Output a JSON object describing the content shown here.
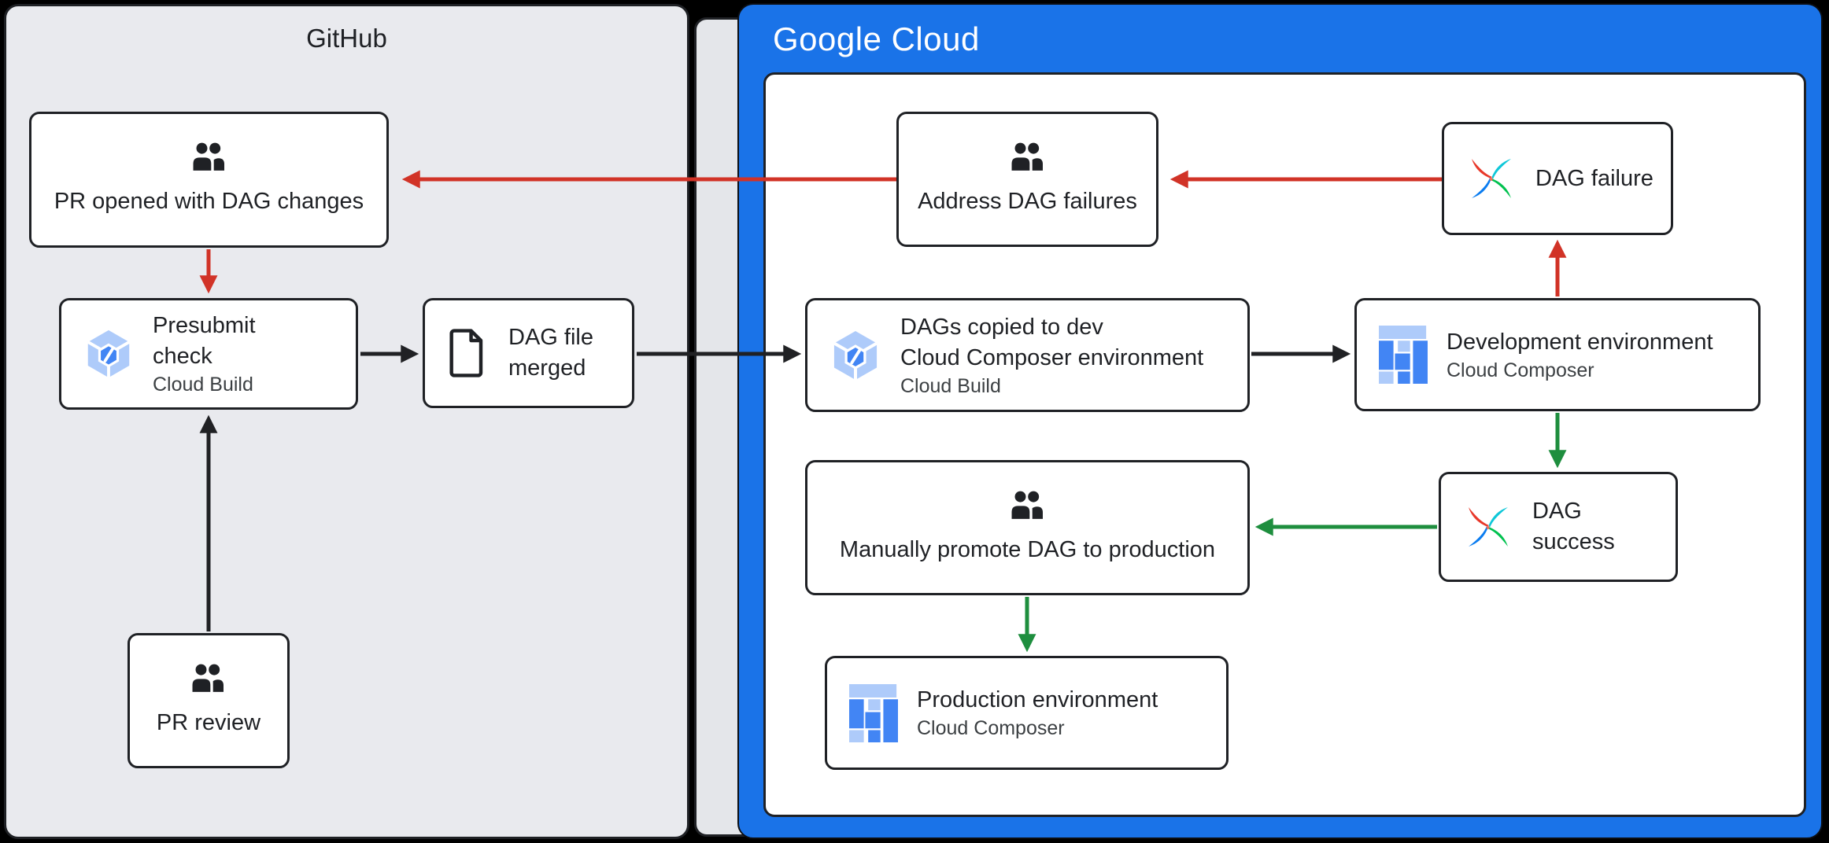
{
  "panels": {
    "github": {
      "title": "GitHub"
    },
    "google_cloud": {
      "title": "Google Cloud"
    }
  },
  "nodes": {
    "pr_opened": {
      "label": "PR opened with DAG changes",
      "icon": "people-icon"
    },
    "presubmit": {
      "label": "Presubmit check",
      "sublabel": "Cloud Build",
      "icon": "cloud-build-icon"
    },
    "dag_file_merged": {
      "label": "DAG file merged",
      "icon": "document-icon"
    },
    "pr_review": {
      "label": "PR review",
      "icon": "people-icon"
    },
    "address_dag_failures": {
      "label": "Address DAG failures",
      "icon": "people-icon"
    },
    "dag_failure": {
      "label": "DAG failure",
      "icon": "airflow-icon"
    },
    "dags_copied": {
      "label_line1": "DAGs copied to dev",
      "label_line2": "Cloud Composer environment",
      "sublabel": "Cloud Build",
      "icon": "cloud-build-icon"
    },
    "development_environment": {
      "label": "Development environment",
      "sublabel": "Cloud Composer",
      "icon": "cloud-composer-icon"
    },
    "manually_promote": {
      "label": "Manually promote DAG to production",
      "icon": "people-icon"
    },
    "dag_success": {
      "label": "DAG success",
      "icon": "airflow-icon"
    },
    "production_environment": {
      "label": "Production environment",
      "sublabel": "Cloud Composer",
      "icon": "cloud-composer-icon"
    }
  },
  "edges": [
    {
      "from": "dag_failure",
      "to": "address_dag_failures",
      "color": "red"
    },
    {
      "from": "address_dag_failures",
      "to": "pr_opened",
      "color": "red"
    },
    {
      "from": "pr_opened",
      "to": "presubmit",
      "color": "red"
    },
    {
      "from": "pr_review",
      "to": "presubmit",
      "color": "black"
    },
    {
      "from": "presubmit",
      "to": "dag_file_merged",
      "color": "black"
    },
    {
      "from": "dag_file_merged",
      "to": "dags_copied",
      "color": "black"
    },
    {
      "from": "dags_copied",
      "to": "development_environment",
      "color": "black"
    },
    {
      "from": "development_environment",
      "to": "dag_failure",
      "color": "red"
    },
    {
      "from": "development_environment",
      "to": "dag_success",
      "color": "green"
    },
    {
      "from": "dag_success",
      "to": "manually_promote",
      "color": "green"
    },
    {
      "from": "manually_promote",
      "to": "production_environment",
      "color": "green"
    }
  ],
  "colors": {
    "background": "#000000",
    "github_panel_bg": "#e9eaee",
    "google_cloud_bg": "#1a73e8",
    "box_border": "#1f2125",
    "arrow_red": "#d13327",
    "arrow_green": "#1e8e3e",
    "arrow_black": "#202124",
    "gcp_icon_light_blue": "#aecbfa",
    "gcp_icon_blue": "#4285f4",
    "airflow_red": "#e8382a",
    "airflow_teal": "#0ec7d8",
    "airflow_green": "#01c14f",
    "airflow_blue": "#0a7cf0"
  }
}
